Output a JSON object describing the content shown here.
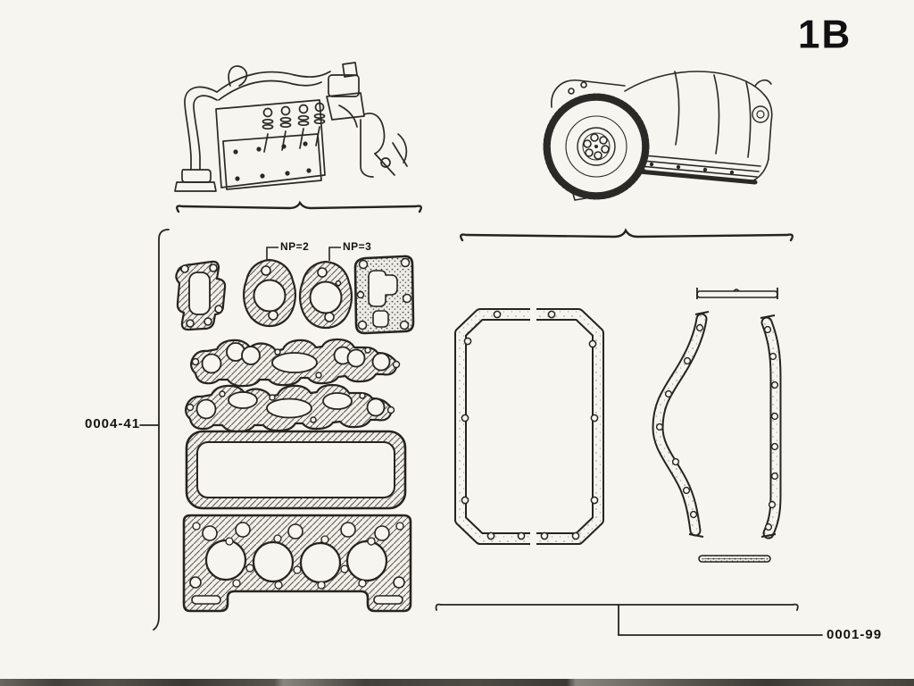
{
  "page": {
    "section_code": "1B"
  },
  "callouts": {
    "left_group_code": "0004-41",
    "right_group_code": "0001-99",
    "np2": "NP=2",
    "np3": "NP=3"
  }
}
